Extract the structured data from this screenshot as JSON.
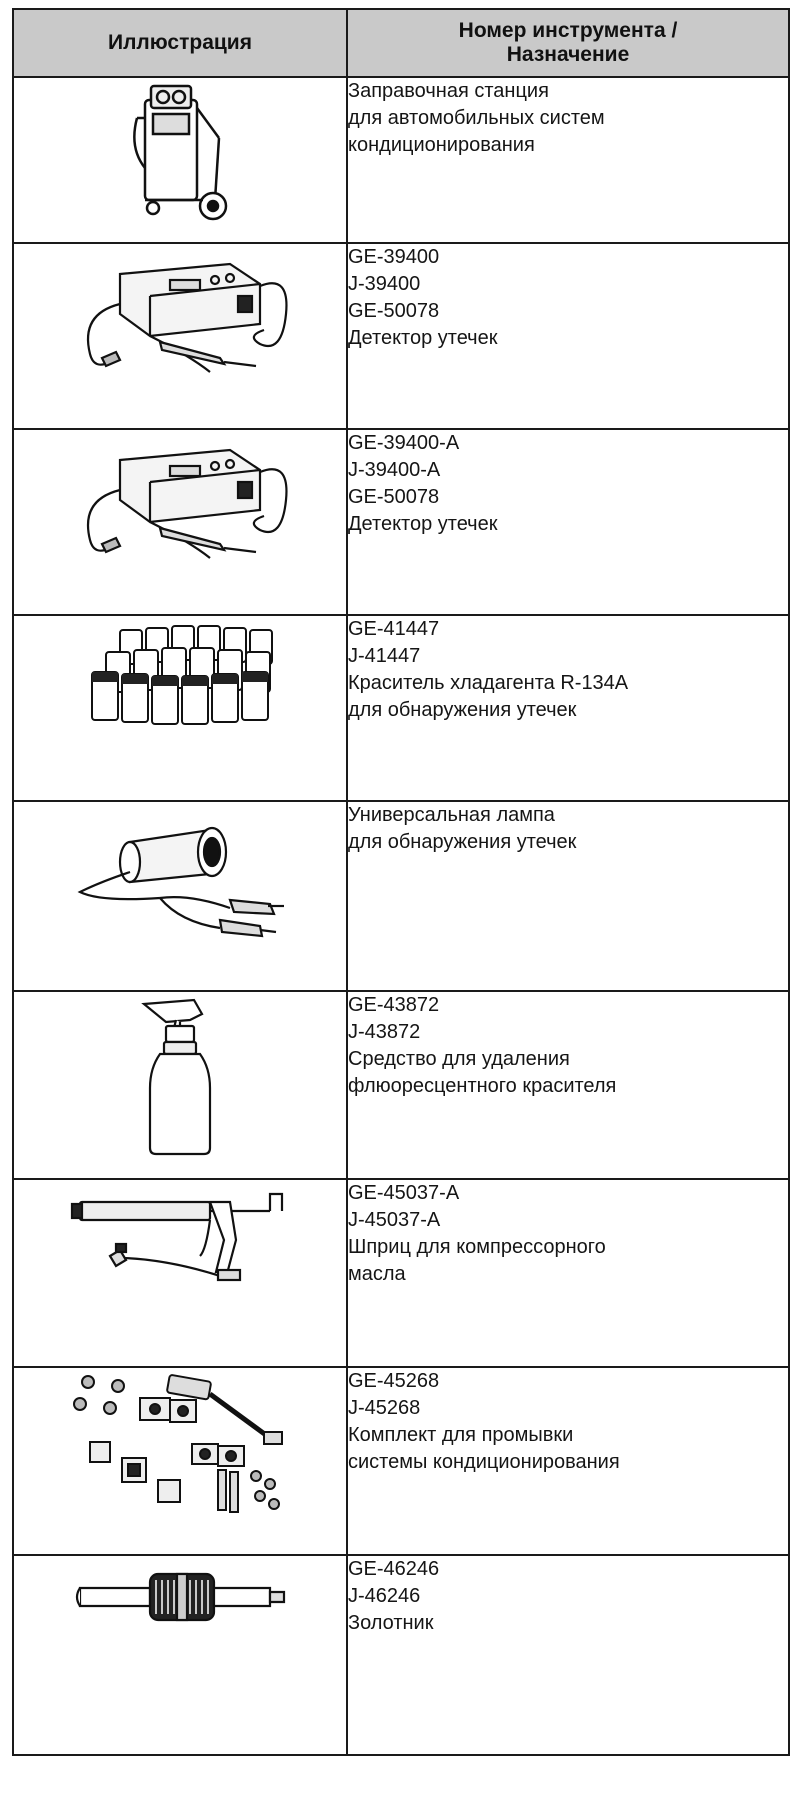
{
  "header": {
    "illustration": "Иллюстрация",
    "tool_number_line1": "Номер инструмента /",
    "tool_number_line2": "Назначение"
  },
  "rows": [
    {
      "icon": "ac-recharge-station-icon",
      "lines": [
        "Заправочная станция",
        "для автомобильных систем",
        "кондиционирования"
      ]
    },
    {
      "icon": "leak-detector-icon",
      "lines": [
        "GE-39400",
        "J-39400",
        "GE-50078",
        "Детектор утечек"
      ]
    },
    {
      "icon": "leak-detector-icon",
      "lines": [
        "GE-39400-A",
        "J-39400-A",
        "GE-50078",
        "Детектор утечек"
      ]
    },
    {
      "icon": "dye-bottles-icon",
      "lines": [
        "GE-41447",
        "J-41447",
        "Краситель хладагента R-134A",
        "для обнаружения утечек"
      ]
    },
    {
      "icon": "uv-lamp-icon",
      "lines": [
        "Универсальная лампа",
        "для обнаружения утечек"
      ]
    },
    {
      "icon": "spray-bottle-icon",
      "lines": [
        "GE-43872",
        "J-43872",
        "Средство для удаления",
        "флюоресцентного красителя"
      ]
    },
    {
      "icon": "oil-injector-gun-icon",
      "lines": [
        "GE-45037-A",
        "J-45037-A",
        "Шприц для компрессорного",
        "масла"
      ]
    },
    {
      "icon": "flush-kit-icon",
      "lines": [
        "GE-45268",
        "J-45268",
        "Комплект для промывки",
        "системы кондиционирования"
      ]
    },
    {
      "icon": "valve-core-tool-icon",
      "lines": [
        "GE-46246",
        "J-46246",
        "Золотник"
      ]
    }
  ]
}
